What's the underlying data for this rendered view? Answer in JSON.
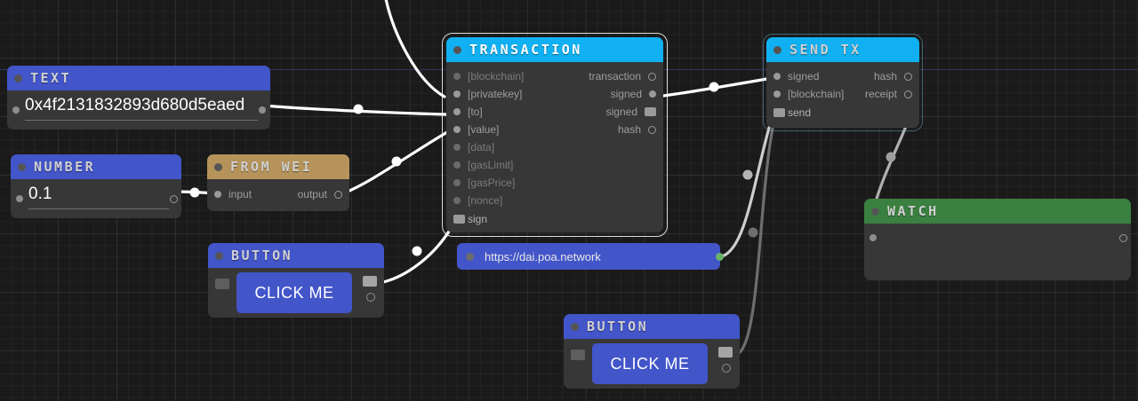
{
  "app": {
    "name": "node-graph-editor",
    "background": "#1a1a1a",
    "grid_color": "#242424"
  },
  "colors": {
    "header_blue": "#4255c9",
    "header_cyan": "#11b0f2",
    "header_tan": "#b5935a",
    "header_green": "#3a8040",
    "node_body": "#373737",
    "wire_white": "#ffffff",
    "wire_grey": "#9a9a9a",
    "wire_dark_grey": "#6e6e6e",
    "green_port": "#69b368"
  },
  "nodes": [
    {
      "id": "text",
      "title": "TEXT",
      "header_color": "#4255c9",
      "type": "value-node",
      "value": "0x4f2131832893d680d5eaed",
      "ports": {
        "input": "",
        "output": ""
      }
    },
    {
      "id": "number",
      "title": "NUMBER",
      "header_color": "#4255c9",
      "type": "value-node",
      "value": "0.1",
      "ports": {
        "input": "",
        "output": ""
      }
    },
    {
      "id": "from-wei",
      "title": "FROM WEI",
      "header_color": "#b5935a",
      "type": "converter-node",
      "inputs": [
        "input"
      ],
      "outputs": [
        "output"
      ]
    },
    {
      "id": "transaction",
      "title": "TRANSACTION",
      "header_color": "#11b0f2",
      "selected": true,
      "type": "transaction-node",
      "inputs": [
        {
          "label": "[blockchain]",
          "connected": false
        },
        {
          "label": "[privatekey]",
          "connected": true
        },
        {
          "label": "[to]",
          "connected": true
        },
        {
          "label": "[value]",
          "connected": true
        },
        {
          "label": "[data]",
          "connected": false
        },
        {
          "label": "[gasLimit]",
          "connected": false
        },
        {
          "label": "[gasPrice]",
          "connected": false
        },
        {
          "label": "[nonce]",
          "connected": false
        }
      ],
      "outputs": [
        {
          "label": "transaction",
          "shape": "hollow"
        },
        {
          "label": "signed",
          "shape": "filled"
        },
        {
          "label": "signed",
          "shape": "square"
        },
        {
          "label": "hash",
          "shape": "hollow"
        }
      ],
      "trigger": "sign"
    },
    {
      "id": "send-tx",
      "title": "SEND TX",
      "header_color": "#11b0f2",
      "type": "send-node",
      "inputs": [
        {
          "label": "signed",
          "connected": true
        },
        {
          "label": "[blockchain]",
          "connected": true
        }
      ],
      "outputs": [
        {
          "label": "hash",
          "shape": "hollow"
        },
        {
          "label": "receipt",
          "shape": "hollow"
        }
      ],
      "trigger": "send"
    },
    {
      "id": "watch",
      "title": "WATCH",
      "header_color": "#3a8040",
      "type": "watch-node",
      "ports": {
        "input": "",
        "output": ""
      }
    },
    {
      "id": "url",
      "title": "https://dai.poa.network",
      "header_color": "#4255c9",
      "type": "collapsed-node"
    },
    {
      "id": "button-1",
      "title": "BUTTON",
      "header_color": "#4255c9",
      "type": "button-node",
      "button_label": "CLICK ME"
    },
    {
      "id": "button-2",
      "title": "BUTTON",
      "header_color": "#4255c9",
      "type": "button-node",
      "button_label": "CLICK ME"
    }
  ]
}
